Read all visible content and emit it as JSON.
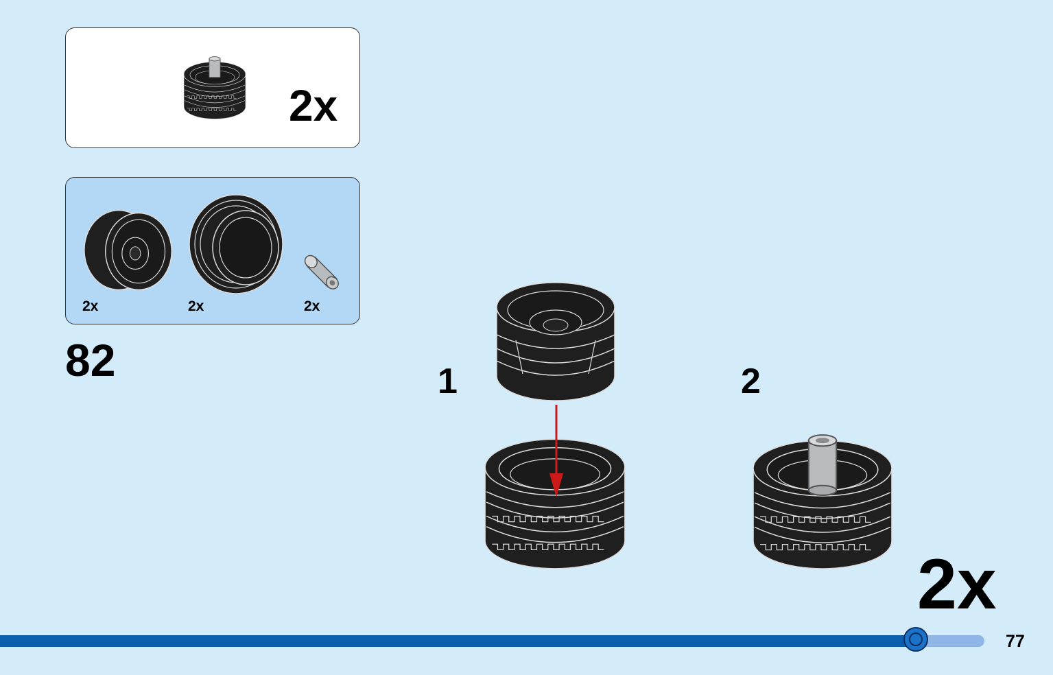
{
  "result_box": {
    "quantity": "2x"
  },
  "parts_box": {
    "items": [
      {
        "icon": "wheel-hub-icon",
        "quantity": "2x"
      },
      {
        "icon": "tire-icon",
        "quantity": "2x"
      },
      {
        "icon": "axle-connector-icon",
        "quantity": "2x"
      }
    ]
  },
  "step": {
    "number": "82",
    "substeps": [
      {
        "number": "1"
      },
      {
        "number": "2"
      }
    ],
    "repeat": "2x"
  },
  "footer": {
    "page_number": "77",
    "progress": 0.93
  },
  "colors": {
    "background": "#d4ebfa",
    "parts_box": "#b3d8f5",
    "tire": "#1f1f1f",
    "pin": "#b9bcbe",
    "arrow": "#cc1a1a",
    "progress_fill": "#0b5ead",
    "progress_track": "#8fb6e6"
  }
}
